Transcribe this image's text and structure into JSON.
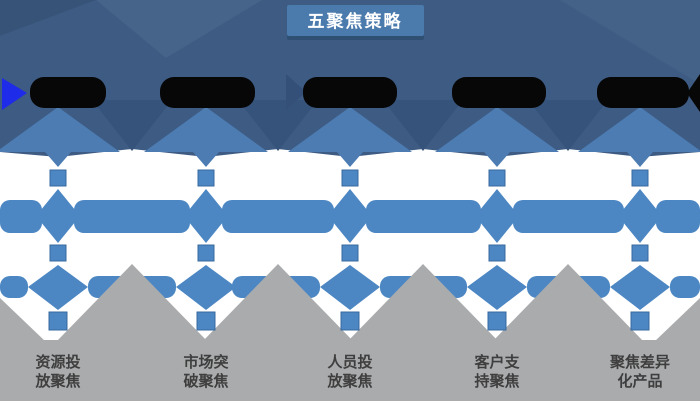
{
  "title": "五聚焦策略",
  "columns": [
    {
      "line1": "资源投",
      "line2": "放聚焦"
    },
    {
      "line1": "市场突",
      "line2": "破聚焦"
    },
    {
      "line1": "人员投",
      "line2": "放聚焦"
    },
    {
      "line1": "客户支",
      "line2": "持聚焦"
    },
    {
      "line1": "聚焦差异",
      "line2": "化产品"
    }
  ],
  "redacted_items_count": 5,
  "icons": {
    "left_pointer": "play-arrow-right",
    "mid_divider": "chevron-right",
    "right_edge": "arrowhead-left"
  },
  "colors": {
    "header_dark_blue": "#3D5B83",
    "wedge_dark_blue": "#36537B",
    "funnel_triangle_blue": "#4C7CB2",
    "band_accent_blue": "#4C87C4",
    "node_border_blue": "#39689E",
    "badge_blue": "#4B7AAC",
    "badge_shadow": "#2F4F73",
    "mountain_gray": "#A9ABAD",
    "label_text": "#3E3E3E",
    "redacted_black": "#070707",
    "pointer_bright_blue": "#1E2BE8",
    "background_white": "#FFFFFF"
  }
}
